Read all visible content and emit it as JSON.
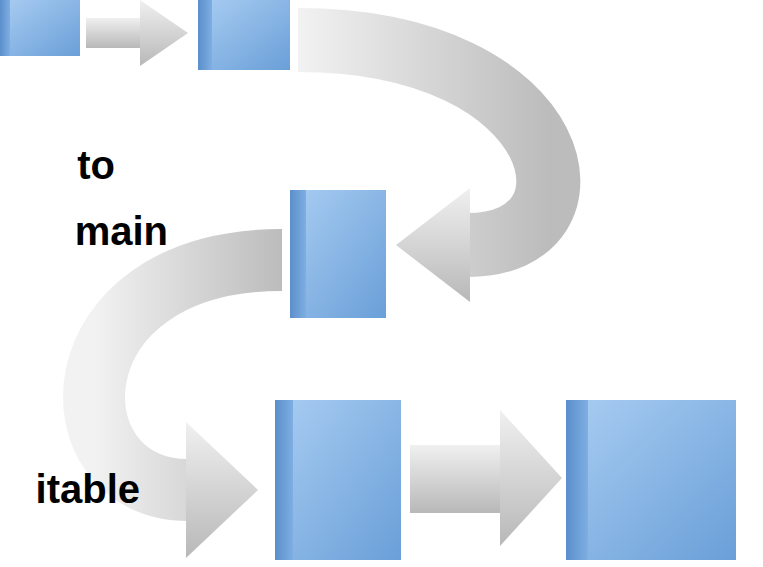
{
  "diagram": {
    "labels": [
      "to",
      "main",
      "itable"
    ]
  }
}
